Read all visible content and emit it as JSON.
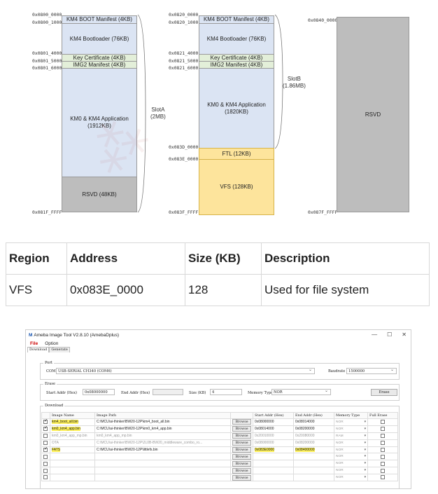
{
  "memory_map": {
    "slot_a": {
      "addresses": {
        "a0": "0x0800_0000",
        "a1": "0x0800_1000",
        "a2": "0x0801_4000",
        "a3": "0x0801_5000",
        "a4": "0x0801_6000",
        "a5": "0x081F_FFFF"
      },
      "blocks": {
        "boot_manifest": "KM4 BOOT Manifest (4KB)",
        "bootloader": "KM4 Bootloader (76KB)",
        "key_cert": "Key Certificate (4KB)",
        "img2_manifest": "IMG2 Manifest (4KB)",
        "app": "KM0 & KM4 Application\n(1912KB)",
        "rsvd": "RSVD (48KB)"
      },
      "label": "SlotA\n(2MB)"
    },
    "slot_b": {
      "addresses": {
        "a0": "0x0820_0000",
        "a1": "0x0820_1000",
        "a2": "0x0821_4000",
        "a3": "0x0821_5000",
        "a4": "0x0821_6000",
        "a5": "0x083D_0000",
        "a6": "0x083E_0000",
        "a7": "0x083F_FFFF"
      },
      "blocks": {
        "boot_manifest": "KM4 BOOT Manifest (4KB)",
        "bootloader": "KM4 Bootloader (76KB)",
        "key_cert": "Key Certificate (4KB)",
        "img2_manifest": "IMG2 Manifest (4KB)",
        "app": "KM0 & KM4 Application\n(1820KB)",
        "ftl": "FTL (12KB)",
        "vfs": "VFS (128KB)"
      },
      "label": "SlotB\n(1.86MB)"
    },
    "rsvd_region": {
      "addresses": {
        "a0": "0x0840_0000",
        "a1": "0x087F_FFFF"
      },
      "label": "RSVD"
    }
  },
  "region_table": {
    "headers": {
      "region": "Region",
      "address": "Address",
      "size": "Size (KB)",
      "description": "Description"
    },
    "row": {
      "region": "VFS",
      "address": "0x083E_0000",
      "size": "128",
      "description": "Used for file system"
    }
  },
  "tool": {
    "title": "Ameba Image Tool V2.8.10 (AmebaDplus)",
    "window_controls": {
      "minimize": "—",
      "maximize": "☐",
      "close": "✕"
    },
    "menu": {
      "file": "File",
      "option": "Option"
    },
    "tabs": {
      "download": "Download",
      "generate": "Generate"
    },
    "port": {
      "group": "Port",
      "com_label": "COM",
      "com_value": "USB-SERIAL CH340 (COM6)",
      "baudrate_label": "Baudrate",
      "baudrate_value": "1500000"
    },
    "erase": {
      "group": "Erase",
      "start_label": "Start Addr (Hex)",
      "start_value": "0x08000000",
      "end_label": "End Addr (Hex)",
      "end_value": "",
      "size_label": "Size (KB)",
      "size_value": "4",
      "memtype_label": "Memory Type",
      "memtype_value": "NOR",
      "erase_button": "Erase"
    },
    "download": {
      "group": "Download",
      "columns": {
        "image_name": "Image Name",
        "image_path": "Image Path",
        "start": "Start Addr (Hex)",
        "end": "End Addr (Hex)",
        "mem": "Memory Type",
        "full": "Full Erase"
      },
      "browse_label": "Browse",
      "rows": [
        {
          "checked": true,
          "name": "km4_boot_all.bin",
          "path": "C:\\MCU\\ai-thinker\\BW20-12P\\km4_boot_all.bin",
          "start": "0x08000000",
          "end": "0x08014000",
          "mem": "NOR",
          "active": true
        },
        {
          "checked": true,
          "name": "km0_km4_app.bin",
          "path": "C:\\MCU\\ai-thinker\\BW20-12P\\km0_km4_app.bin",
          "start": "0x08014000",
          "end": "0x08200000",
          "mem": "NOR",
          "active": true
        },
        {
          "checked": false,
          "name": "km0_km4_app_mp.bin",
          "path": "km0_km4_app_mp.bin",
          "start": "0x20010000",
          "end": "0x20080000",
          "mem": "RAM",
          "active": false
        },
        {
          "checked": false,
          "name": "OTA",
          "path": "C:\\MCU\\ai-thinker\\BW20-12P\\2L0B-BW20_middleware_combo_ro...",
          "start": "0x08000000",
          "end": "0x08200000",
          "mem": "NOR",
          "active": false
        },
        {
          "checked": true,
          "name": "FATS",
          "path": "C:\\MCU\\ai-thinker\\BW20-12P\\littlefs.bin",
          "start": "0x083E0000",
          "end": "0x08400000",
          "mem": "NOR",
          "active": true
        },
        {
          "checked": false,
          "name": "",
          "path": "",
          "start": "",
          "end": "",
          "mem": "NOR",
          "active": false
        },
        {
          "checked": false,
          "name": "",
          "path": "",
          "start": "",
          "end": "",
          "mem": "NOR",
          "active": false
        },
        {
          "checked": false,
          "name": "",
          "path": "",
          "start": "",
          "end": "",
          "mem": "NOR",
          "active": false
        },
        {
          "checked": false,
          "name": "",
          "path": "",
          "start": "",
          "end": "",
          "mem": "NOR",
          "active": false
        }
      ]
    }
  },
  "colors": {
    "flash_blue": "#dbe4f3",
    "manifest_green": "#e3efd9",
    "reserved_grey": "#bdbdbd",
    "vfs_yellow": "#fde49c",
    "highlight": "#fdf05a",
    "menu_red": "#cc0000"
  }
}
